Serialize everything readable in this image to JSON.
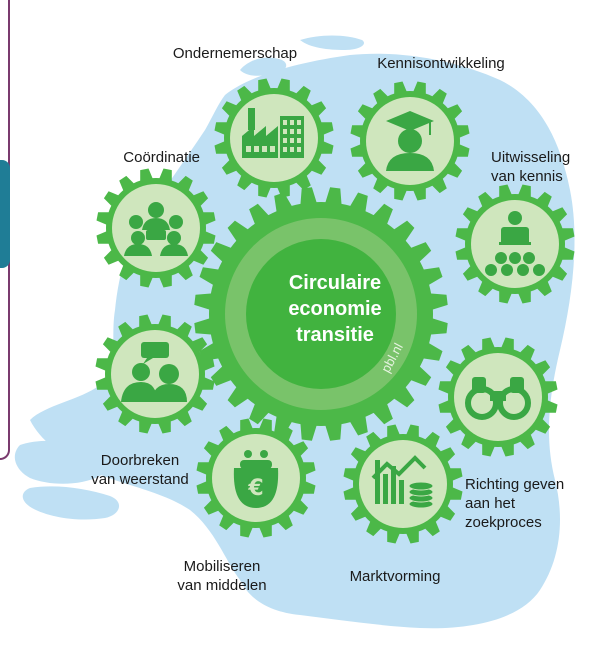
{
  "center": {
    "title": "Circulaire\neconomie\ntransitie",
    "watermark": "pbl.nl"
  },
  "functions": [
    {
      "id": "ondernemerschap",
      "label": "Ondernemerschap",
      "icon": "factory-icon"
    },
    {
      "id": "kennisontwikkeling",
      "label": "Kennisontwikkeling",
      "icon": "graduate-icon"
    },
    {
      "id": "uitwisseling",
      "label": "Uitwisseling\nvan kennis",
      "icon": "presenter-audience-icon"
    },
    {
      "id": "richting",
      "label": "Richting geven\naan het\nzoekproces",
      "icon": "binoculars-icon"
    },
    {
      "id": "marktvorming",
      "label": "Marktvorming",
      "icon": "market-chart-coins-icon"
    },
    {
      "id": "mobiliseren",
      "label": "Mobiliseren\nvan middelen",
      "icon": "euro-purse-icon"
    },
    {
      "id": "doorbreken",
      "label": "Doorbreken\nvan weerstand",
      "icon": "discussion-icon"
    },
    {
      "id": "coordinatie",
      "label": "Coördinatie",
      "icon": "meeting-icon"
    }
  ],
  "colors": {
    "gear_outer": "#4cb848",
    "gear_inner_fill": "#cfe6bd",
    "icon": "#3aa744",
    "center_ring": "#79c36a",
    "center_core": "#41b33f",
    "map": "#bfe0f4",
    "text": "#1a1a1a",
    "accent_border": "#7a3a6e",
    "accent_tab": "#1f7d96"
  }
}
